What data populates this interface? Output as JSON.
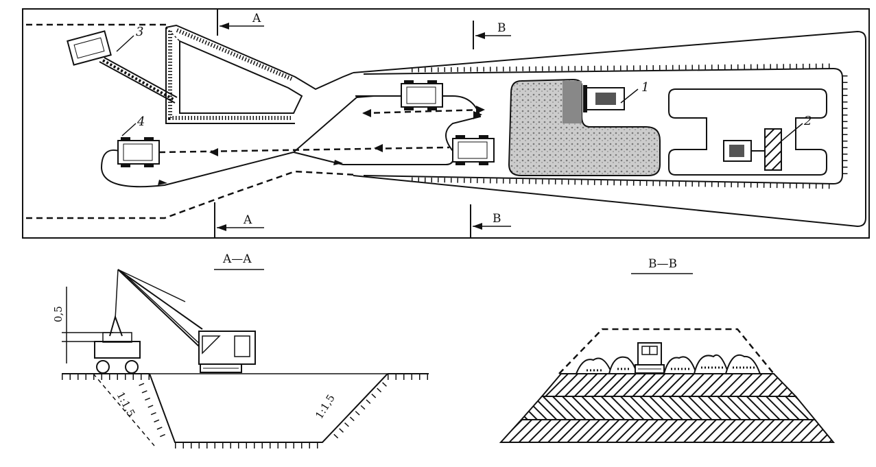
{
  "plan": {
    "section_a_label_top": "A",
    "section_a_label_bottom": "A",
    "section_b_label_top": "B",
    "section_b_label_bottom": "B",
    "machine_numbers": {
      "n1": "1",
      "n2": "2",
      "n3": "3",
      "n4": "4"
    }
  },
  "section_aa": {
    "title": "A—A",
    "height_label": "0,5",
    "slope_left": "1:1,5",
    "slope_right": "1:1,5"
  },
  "section_bb": {
    "title": "B—B"
  }
}
